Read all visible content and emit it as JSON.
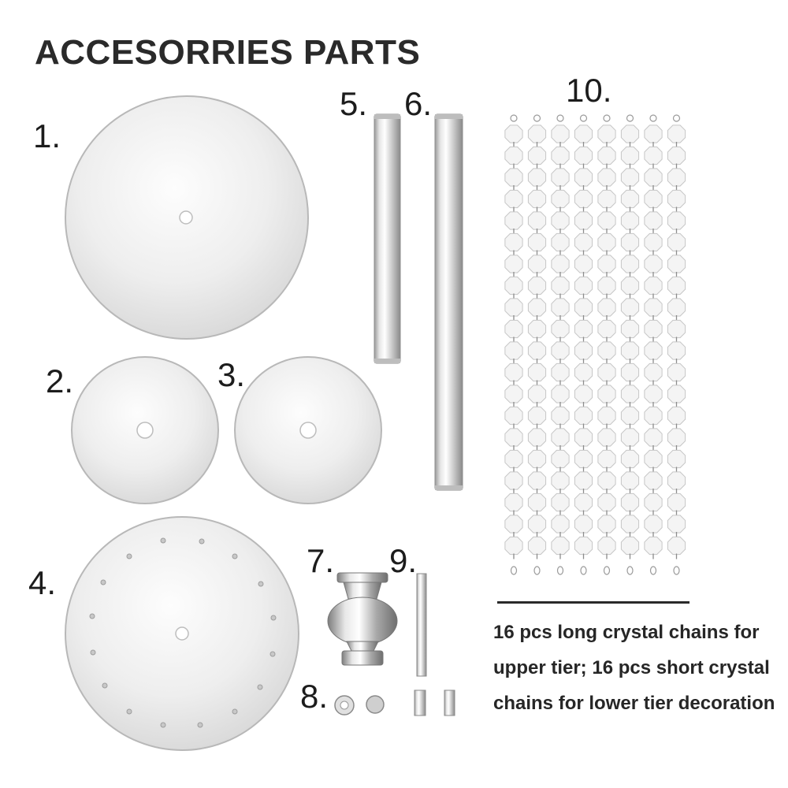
{
  "title": "ACCESORRIES PARTS",
  "labels": {
    "p1": "1.",
    "p2": "2.",
    "p3": "3.",
    "p4": "4.",
    "p5": "5.",
    "p6": "6.",
    "p7": "7.",
    "p8": "8.",
    "p9": "9.",
    "p10": "10."
  },
  "caption": {
    "line1": "16 pcs long crystal chains for",
    "line2": "upper tier; 16 pcs short crystal",
    "line3": "chains for lower tier decoration"
  },
  "colors": {
    "text": "#2a2a2a",
    "metal_light": "#f6f6f6",
    "metal_dark": "#c9c9c9",
    "rim": "#b5b5b5"
  }
}
